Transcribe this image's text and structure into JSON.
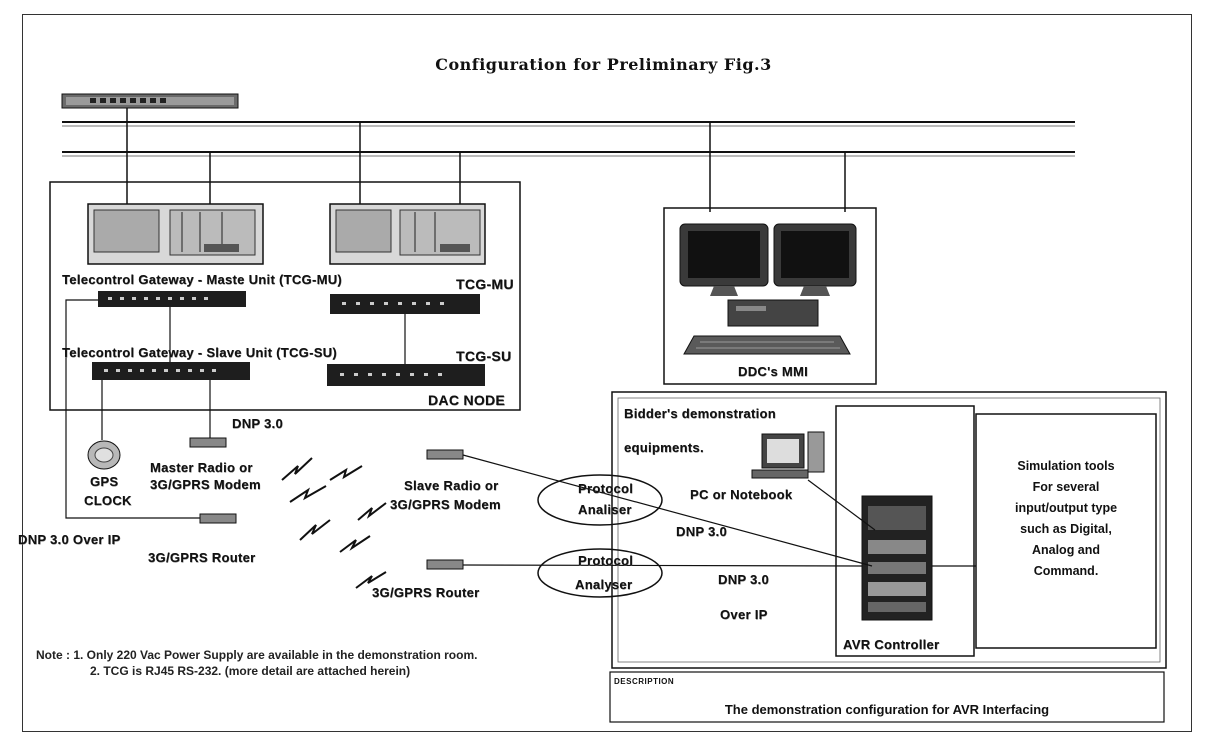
{
  "title": "Configuration for Preliminary Fig.3",
  "labels": {
    "tcg_master_label": "Telecontrol Gateway - Maste Unit (TCG-MU)",
    "tcg_mu": "TCG-MU",
    "tcg_slave_label": "Telecontrol Gateway - Slave Unit (TCG-SU)",
    "tcg_su": "TCG-SU",
    "dac_node": "DAC NODE",
    "ddc_mmi": "DDC's MMI",
    "dnp_top": "DNP 3.0",
    "gps": "GPS",
    "clock": "CLOCK",
    "master_radio_1": "Master Radio or",
    "master_radio_2": "3G/GPRS Modem",
    "dnp_over_ip_left": "DNP 3.0 Over IP",
    "router_left": "3G/GPRS Router",
    "slave_radio_1": "Slave Radio or",
    "slave_radio_2": "3G/GPRS Modem",
    "router_right": "3G/GPRS Router",
    "protocol_1a": "Protocol",
    "protocol_1b": "Analiser",
    "protocol_2a": "Protocol",
    "protocol_2b": "Analyser",
    "dnp_mid": "DNP 3.0",
    "dnp_over_ip_1": "DNP 3.0",
    "dnp_over_ip_2": "Over IP",
    "bidder_1": "Bidder's demonstration",
    "bidder_2": "equipments.",
    "pc": "PC or Notebook",
    "avr": "AVR Controller",
    "sim_1": "Simulation tools",
    "sim_2": "For several",
    "sim_3": "input/output type",
    "sim_4": "such as Digital,",
    "sim_5": "Analog and",
    "sim_6": "Command."
  },
  "notes": {
    "line1": "Note : 1. Only 220 Vac Power Supply are available in the demonstration room.",
    "line2": "2. TCG is RJ45 RS-232. (more detail are attached herein)"
  },
  "description": {
    "header": "DESCRIPTION",
    "text": "The demonstration configuration for AVR Interfacing"
  },
  "icons": [
    "network-switch-icon",
    "server-icon",
    "monitor-icon",
    "gps-clock-icon",
    "radio-modem-icon",
    "lightning-icon",
    "pc-icon",
    "avr-cabinet-icon"
  ]
}
